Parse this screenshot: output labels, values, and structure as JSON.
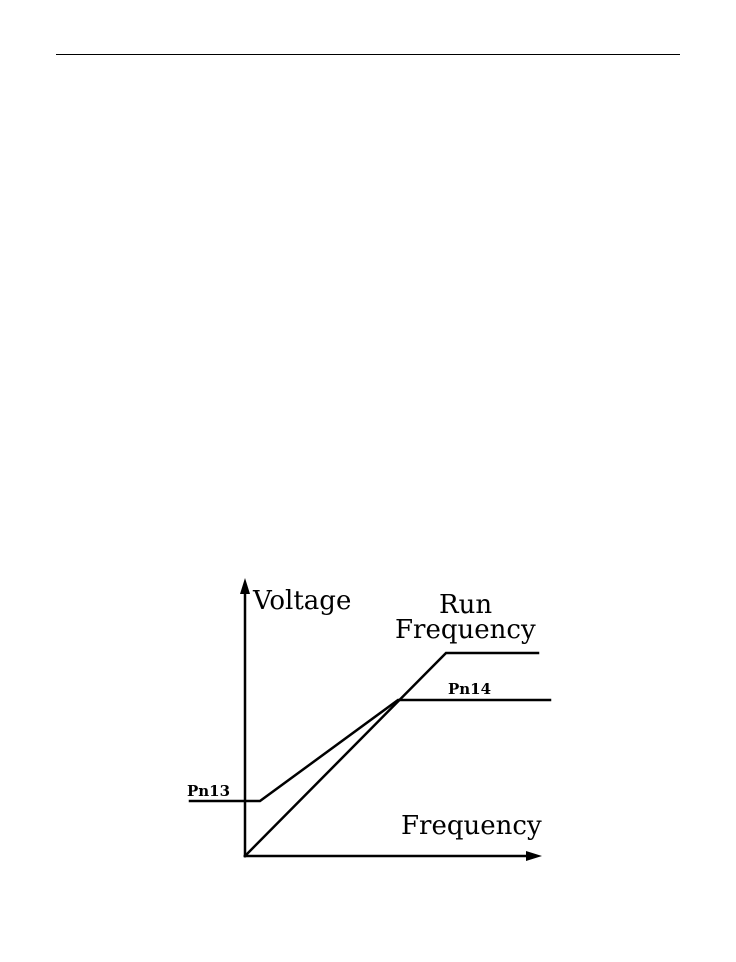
{
  "diagram": {
    "y_axis_label": "Voltage",
    "x_axis_label": "Frequency",
    "run_frequency_label_line1": "Run",
    "run_frequency_label_line2": "Frequency",
    "pn13_label": "Pn13",
    "pn14_label": "Pn14"
  }
}
